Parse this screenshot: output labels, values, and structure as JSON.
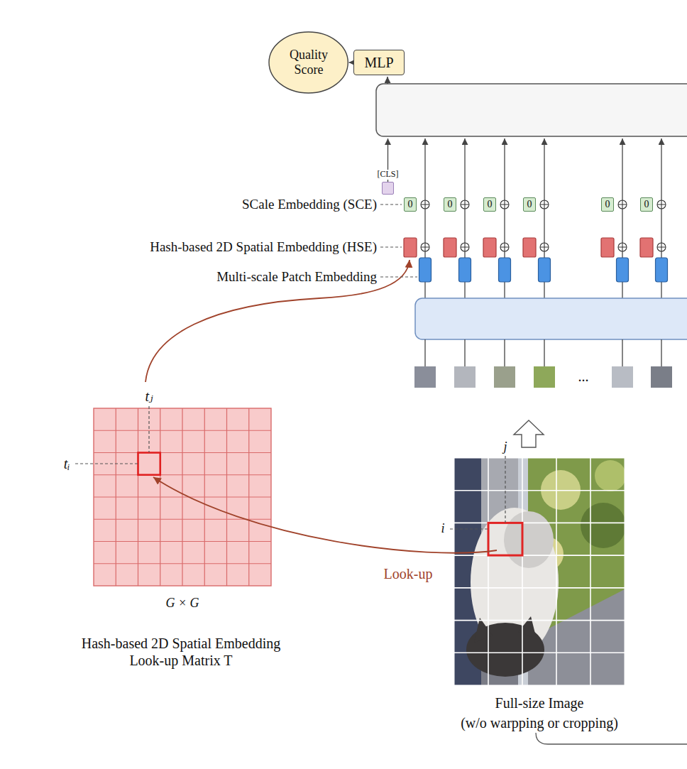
{
  "diagram": {
    "nodes": [
      {
        "text": [
          "Quality Score"
        ]
      },
      {
        "text": [
          "MLP"
        ]
      },
      {
        "text": [
          "[CLS]"
        ]
      },
      {
        "text": [
          "0"
        ]
      },
      {
        "text": [
          "0"
        ]
      },
      {
        "text": [
          "0"
        ]
      },
      {
        "text": [
          "0"
        ]
      },
      {
        "text": [
          "0"
        ]
      },
      {
        "text": [
          "0"
        ]
      }
    ],
    "edges": [
      {
        "from": 1,
        "to": 0,
        "arrow": "to"
      }
    ],
    "labels": [
      "SCale Embedding (SCE)",
      "Hash-based 2D Spatial Embedding (HSE)",
      "Multi-scale Patch Embedding",
      "...",
      "tⱼ",
      "tᵢ",
      "G × G",
      "Look-up",
      "j",
      "i",
      "Hash-based 2D Spatial Embedding Look-up Matrix T",
      "Full-size Image",
      "(w/o warpping or cropping)"
    ]
  }
}
